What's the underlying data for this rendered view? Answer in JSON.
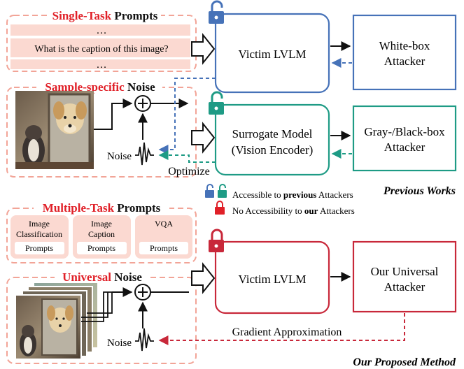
{
  "top": {
    "single_task_red": "Single-Task",
    "single_task_black": " Prompts",
    "ellipsis_top": "…",
    "prompt_example": "What is the caption of this image?",
    "ellipsis_bottom": "…",
    "sample_specific_red": "Sample-specific",
    "sample_specific_black": " Noise",
    "noise_label": "Noise",
    "victim_label": "Victim LVLM",
    "whitebox_line1": "White-box",
    "whitebox_line2": "Attacker",
    "surrogate_line1": "Surrogate Model",
    "surrogate_line2": "(Vision Encoder)",
    "graybox_line1": "Gray-/Black-box",
    "graybox_line2": "Attacker",
    "optimize_label": "Optimize"
  },
  "legend": {
    "accessible_pre": "Accessible to ",
    "accessible_bold": "previous",
    "accessible_post": " Attackers",
    "no_access_pre": "No Accessibility to ",
    "no_access_bold": "our",
    "no_access_post": " Attackers",
    "previous_works": "Previous Works"
  },
  "bottom": {
    "multi_task_red": "Multiple-Task",
    "multi_task_black": " Prompts",
    "task1_line1": "Image",
    "task1_line2": "Classification",
    "task2_line1": "Image",
    "task2_line2": "Caption",
    "task3_line1": "VQA",
    "prompts_label": "Prompts",
    "universal_red": "Universal",
    "universal_black": " Noise",
    "noise_label": "Noise",
    "victim_label": "Victim LVLM",
    "our_line1": "Our Universal",
    "our_line2": "Attacker",
    "gradient_label": "Gradient Approximation",
    "proposed_method": "Our Proposed Method"
  },
  "colors": {
    "red": "#e02028",
    "blue": "#4672b8",
    "teal": "#1e9b85",
    "dark_red": "#c8283a",
    "pink_fill": "#fbd9d1",
    "pink_border": "#f2a497"
  }
}
